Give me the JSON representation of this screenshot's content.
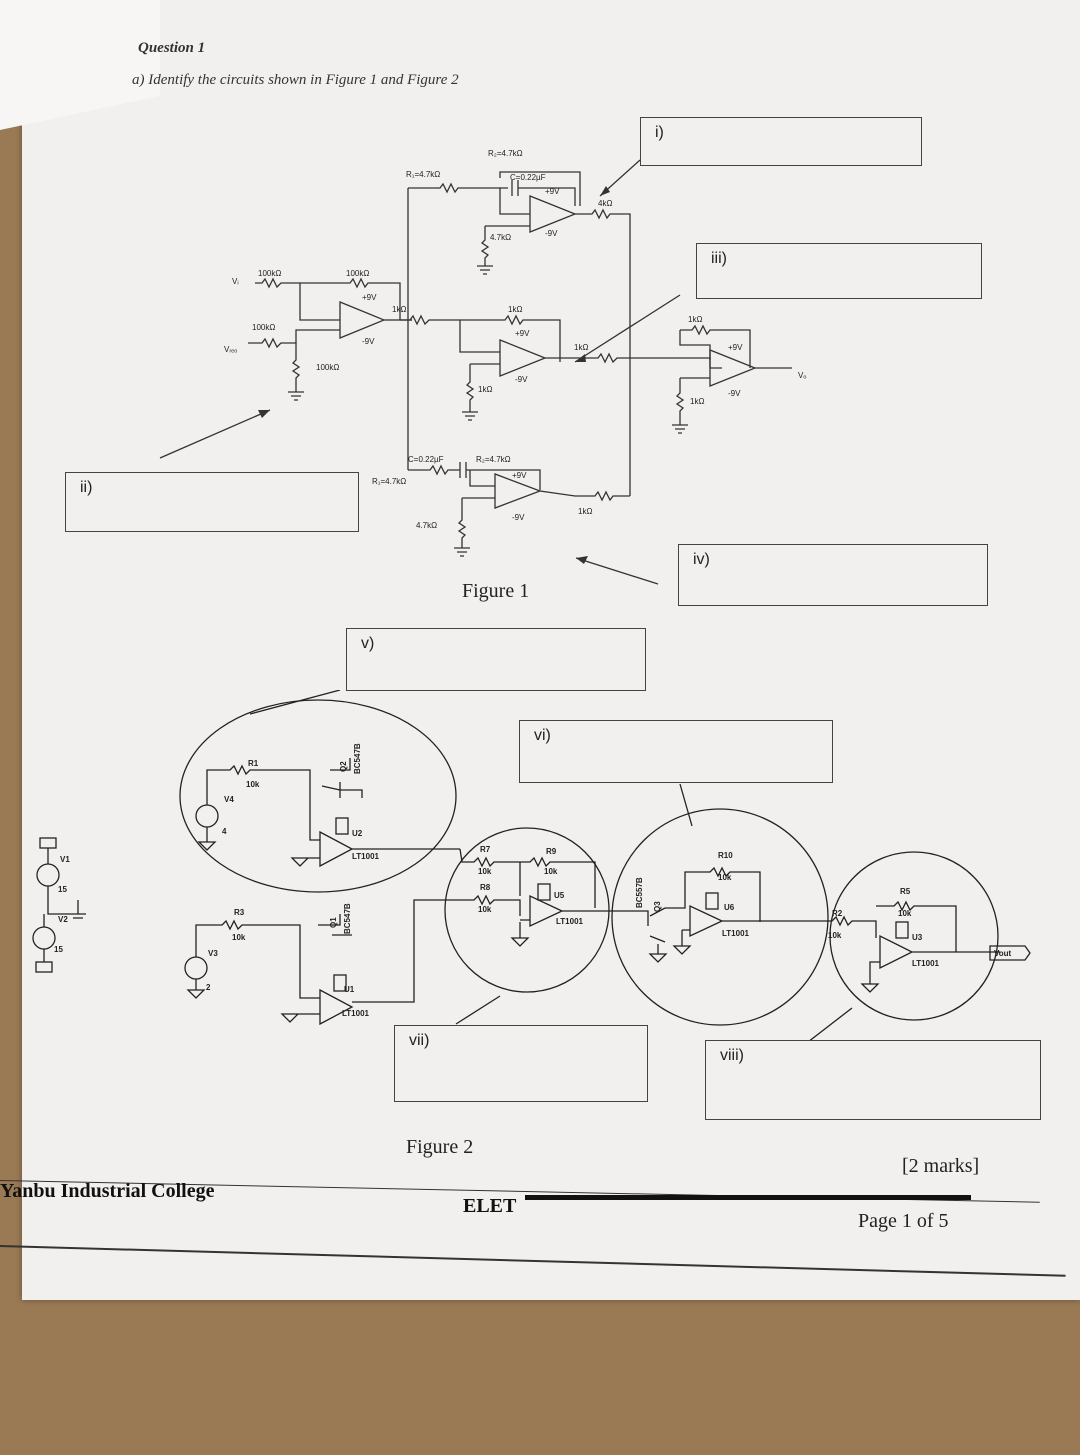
{
  "question": {
    "title": "Question 1",
    "part_a": "a) Identify the circuits shown in Figure 1 and Figure 2"
  },
  "answer_boxes": [
    "i)",
    "ii)",
    "iii)",
    "iv)",
    "v)",
    "vi)",
    "vii)",
    "viii)"
  ],
  "figure1": {
    "caption": "Figure 1",
    "labels": {
      "r1_top": "R₁=4.7kΩ",
      "r2_top": "R₂=4.7kΩ",
      "c_top": "C=0.22µF",
      "r_4k_top": "4kΩ",
      "r_47_top_gnd": "4.7kΩ",
      "r_100k_a": "100kΩ",
      "r_100k_b": "100kΩ",
      "r_100k_c": "100kΩ",
      "r_100k_d": "100kΩ",
      "vi": "Vᵢ",
      "vref": "Vᵣₑₒ",
      "r_1k_a": "1kΩ",
      "r_1k_b": "1kΩ",
      "r_1k_c": "1kΩ",
      "r_1k_d": "1kΩ",
      "r_1k_e": "1kΩ",
      "r_1k_f": "1kΩ",
      "r_1k_g": "1kΩ",
      "c_bot": "C=0.22µF",
      "r2_bot": "R₂=4.7kΩ",
      "r1_bot": "R₁=4.7kΩ",
      "r_47_bot_gnd": "4.7kΩ",
      "vo": "Vₒ",
      "plus9": "+9V",
      "minus9": "-9V"
    }
  },
  "figure2": {
    "caption": "Figure 2",
    "labels": {
      "r1": "R1",
      "r1v": "10k",
      "r3": "R3",
      "r3v": "10k",
      "r7": "R7",
      "r7v": "10k",
      "r8": "R8",
      "r8v": "10k",
      "r9": "R9",
      "r9v": "10k",
      "r10": "R10",
      "r10v": "10k",
      "r5": "R5",
      "r5v": "10k",
      "r2": "R2",
      "r2v": "10k",
      "q1": "Q1",
      "q1p": "BC547B",
      "q2": "Q2",
      "q2p": "BC547B",
      "q3": "Q3",
      "q3p": "BC557B",
      "u1": "U1",
      "u2": "U2",
      "u3": "U3",
      "u5": "U5",
      "u6": "U6",
      "lt": "LT1001",
      "v1": "V1",
      "v2": "V2",
      "v3": "V3",
      "v4": "V4",
      "n15a": "15",
      "n15b": "15",
      "n4": "4",
      "n2": "2",
      "vout": "Vout"
    }
  },
  "footer": {
    "college": "Yanbu Industrial College",
    "dept": "ELET",
    "marks": "[2 marks]",
    "page": "Page 1 of 5"
  }
}
